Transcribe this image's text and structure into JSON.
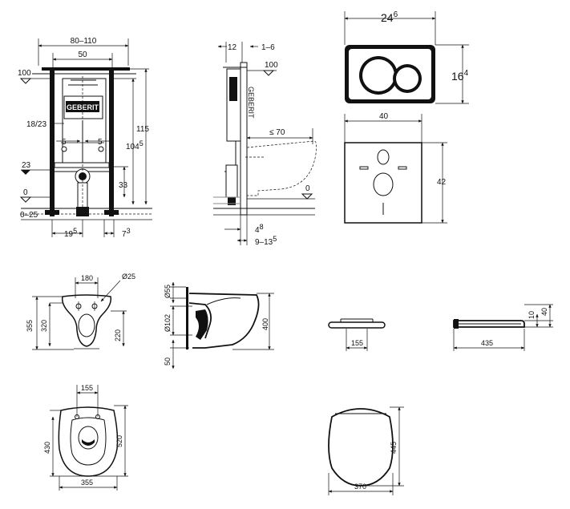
{
  "frame_front": {
    "dim_width_range": "80–110",
    "dim_inner_width": "50",
    "brand_text": "GEBERIT",
    "level_100": "100",
    "level_23": "23",
    "level_0": "0",
    "level_0_25": "0–25",
    "dim_18_23": "18/23",
    "dim_5_left": "5",
    "dim_5_right": "5",
    "dim_33": "33",
    "dim_115": "115",
    "dim_104_base": "104",
    "dim_104_sup": "5",
    "dim_19_base": "19",
    "dim_19_sup": "5",
    "dim_7_base": "7",
    "dim_7_sup": "3"
  },
  "frame_side": {
    "dim_12": "12",
    "dim_1_6": "1–6",
    "level_100": "100",
    "dim_le70": "≤ 70",
    "level_0": "0",
    "dim_4_base": "4",
    "dim_4_sup": "8",
    "dim_9_base": "9–13",
    "dim_9_sup": "5"
  },
  "flush_plate": {
    "dim_width_base": "24",
    "dim_width_sup": "6",
    "dim_height_base": "16",
    "dim_height_sup": "4"
  },
  "cover_plate": {
    "dim_width": "40",
    "dim_height": "42"
  },
  "bowl_front": {
    "dim_180": "180",
    "dim_d25": "Ø25",
    "dim_355": "355",
    "dim_320": "320",
    "dim_220": "220"
  },
  "bowl_side": {
    "dim_d55": "Ø55",
    "dim_d102": "Ø102",
    "dim_50": "50",
    "dim_400": "400"
  },
  "seat_front": {
    "dim_155": "155"
  },
  "seat_side": {
    "dim_10": "10",
    "dim_40": "40",
    "dim_435": "435"
  },
  "bowl_top": {
    "dim_155": "155",
    "dim_430": "430",
    "dim_520": "520",
    "dim_355": "355"
  },
  "seat_top": {
    "dim_445": "445",
    "dim_370": "370"
  }
}
